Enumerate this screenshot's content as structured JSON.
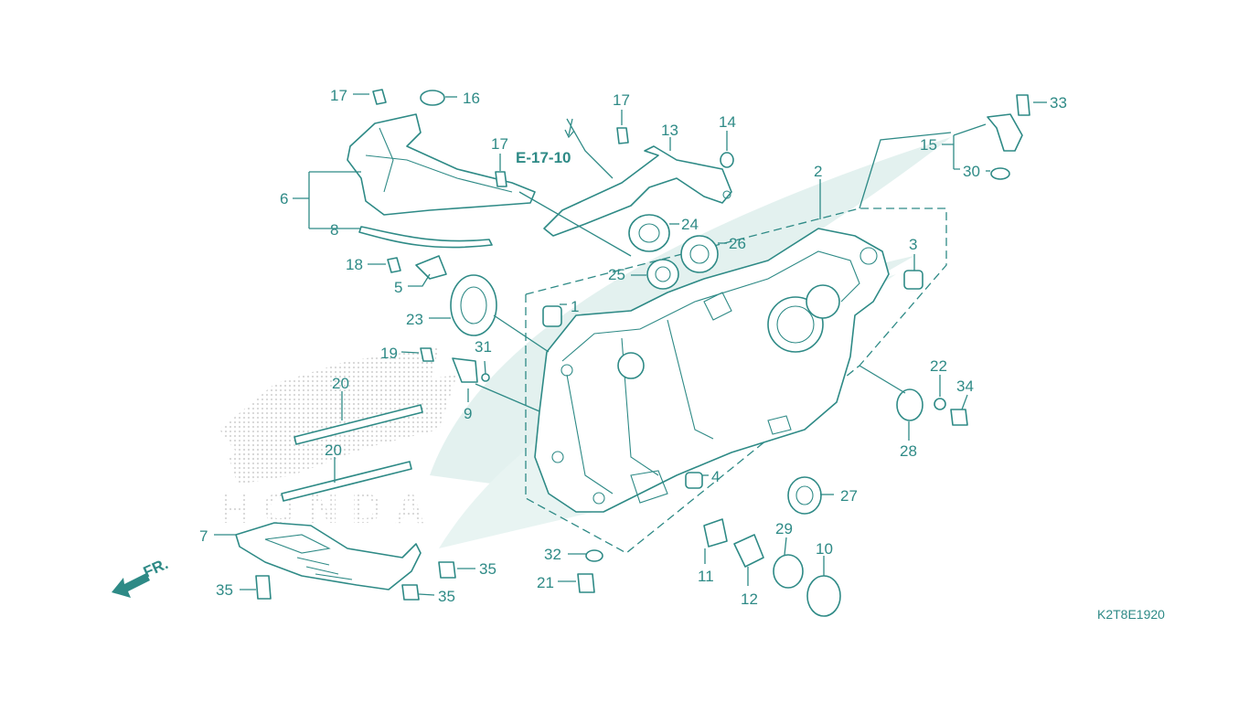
{
  "diagram": {
    "ref_label": "E-17-10",
    "direction_label": "FR.",
    "drawing_code": "K2T8E1920",
    "callouts": [
      "1",
      "2",
      "3",
      "4",
      "5",
      "6",
      "7",
      "8",
      "9",
      "10",
      "11",
      "12",
      "13",
      "14",
      "15",
      "16",
      "17",
      "17",
      "17",
      "18",
      "19",
      "20",
      "20",
      "21",
      "22",
      "23",
      "24",
      "25",
      "26",
      "27",
      "28",
      "29",
      "30",
      "31",
      "32",
      "33",
      "34",
      "35",
      "35",
      "35"
    ],
    "watermark_text": "HONDA",
    "colors": {
      "line": "#2e8a86",
      "watermark": "#e3f1ef",
      "dots": "#dedede"
    }
  }
}
